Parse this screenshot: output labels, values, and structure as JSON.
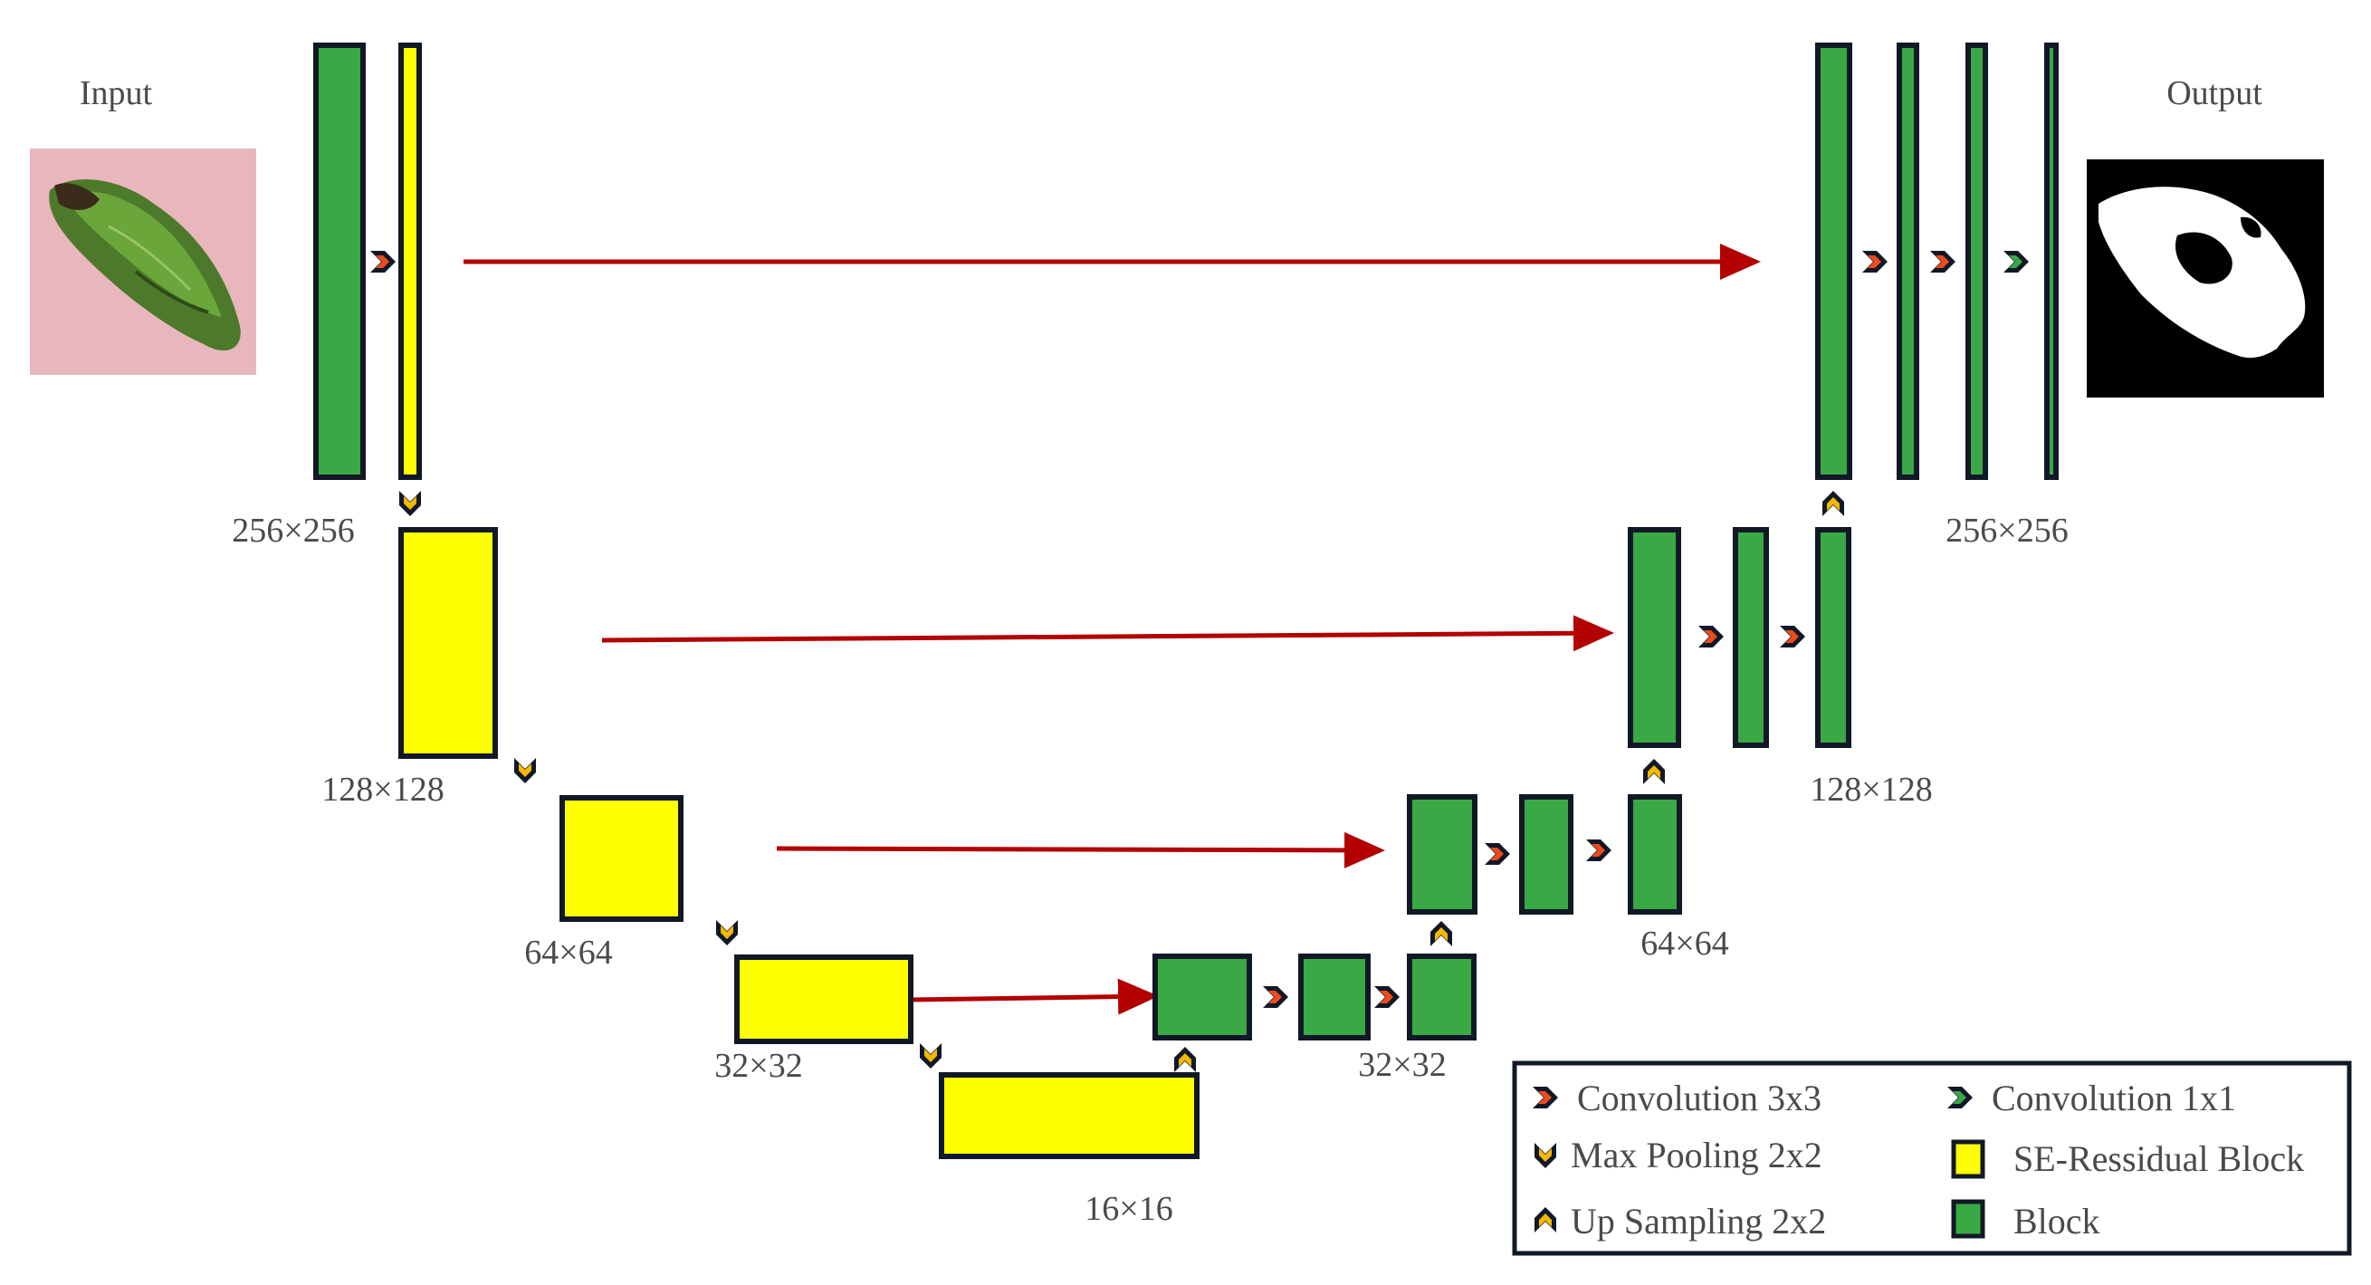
{
  "labels": {
    "input": "Input",
    "output": "Output",
    "res_256_left": "256×256",
    "res_256_right": "256×256",
    "res_128_left": "128×128",
    "res_128_right": "128×128",
    "res_64_left": "64×64",
    "res_64_right": "64×64",
    "res_32_left": "32×32",
    "res_32_right": "32×32",
    "res_16": "16×16"
  },
  "legend": {
    "conv3": "Convolution 3x3",
    "conv1": "Convolution 1x1",
    "maxpool": "Max Pooling 2x2",
    "upsample": "Up Sampling 2x2",
    "se_block": "SE-Ressidual Block",
    "block": "Block"
  },
  "colors": {
    "block_green": "#3aa845",
    "se_yellow": "#ffff00",
    "skip_arrow": "#b30000",
    "conv3_fill": "#f04a1a",
    "conv1_fill": "#3aa845",
    "pool_fill": "#f5b800",
    "outline": "#111827"
  }
}
